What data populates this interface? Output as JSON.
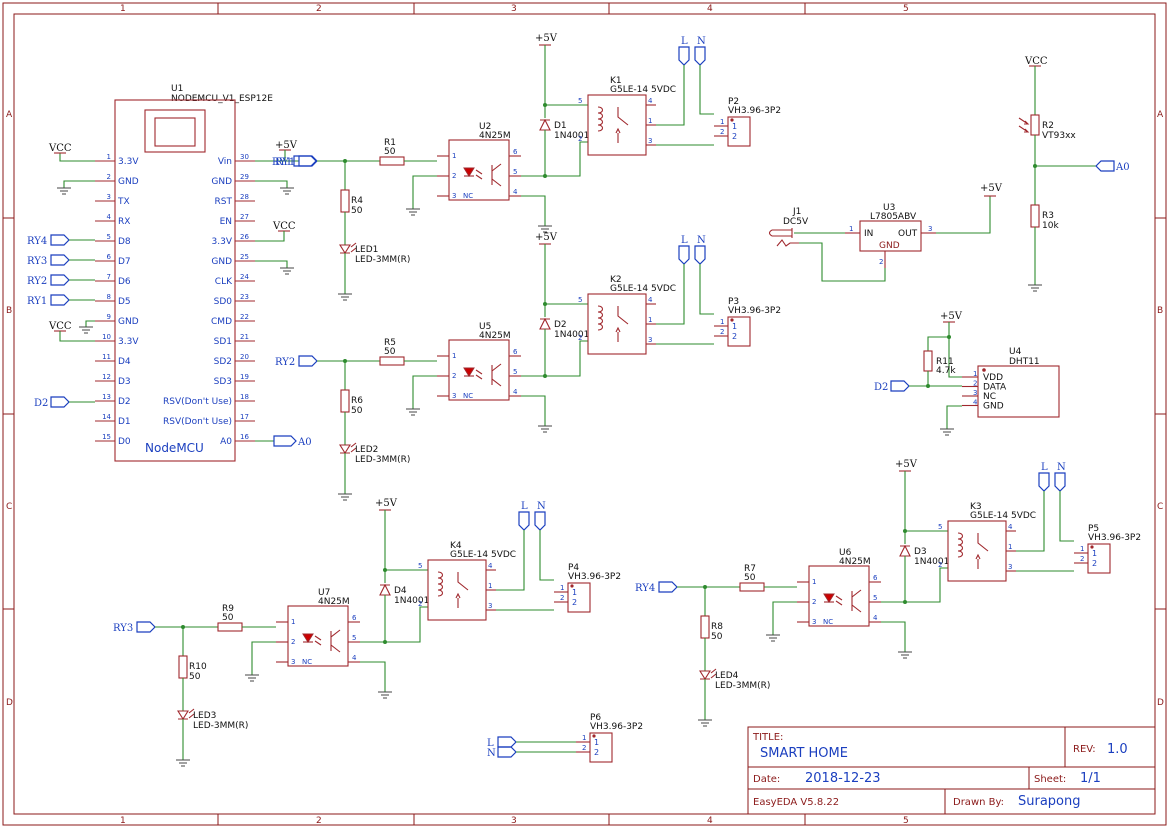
{
  "border": {
    "columns": [
      "1",
      "2",
      "3",
      "4",
      "5"
    ],
    "rows": [
      "A",
      "B",
      "C",
      "D"
    ]
  },
  "title_block": {
    "title_label": "TITLE:",
    "title": "SMART HOME",
    "rev_label": "REV:",
    "rev": "1.0",
    "date_label": "Date:",
    "date": "2018-12-23",
    "sheet_label": "Sheet:",
    "sheet": "1/1",
    "tool": "EasyEDA V5.8.22",
    "drawn_label": "Drawn By:",
    "drawn": "Surapong"
  },
  "u1": {
    "ref": "U1",
    "value": "NODEMCU_V1_ESP12E",
    "body_label": "NodeMCU",
    "left_pins": [
      {
        "num": "1",
        "name": "3.3V"
      },
      {
        "num": "2",
        "name": "GND"
      },
      {
        "num": "3",
        "name": "TX"
      },
      {
        "num": "4",
        "name": "RX"
      },
      {
        "num": "5",
        "name": "D8"
      },
      {
        "num": "6",
        "name": "D7"
      },
      {
        "num": "7",
        "name": "D6"
      },
      {
        "num": "8",
        "name": "D5"
      },
      {
        "num": "9",
        "name": "GND"
      },
      {
        "num": "10",
        "name": "3.3V"
      },
      {
        "num": "11",
        "name": "D4"
      },
      {
        "num": "12",
        "name": "D3"
      },
      {
        "num": "13",
        "name": "D2"
      },
      {
        "num": "14",
        "name": "D1"
      },
      {
        "num": "15",
        "name": "D0"
      }
    ],
    "right_pins": [
      {
        "num": "30",
        "name": "Vin"
      },
      {
        "num": "29",
        "name": "GND"
      },
      {
        "num": "28",
        "name": "RST"
      },
      {
        "num": "27",
        "name": "EN"
      },
      {
        "num": "26",
        "name": "3.3V"
      },
      {
        "num": "25",
        "name": "GND"
      },
      {
        "num": "24",
        "name": "CLK"
      },
      {
        "num": "23",
        "name": "SD0"
      },
      {
        "num": "22",
        "name": "CMD"
      },
      {
        "num": "21",
        "name": "SD1"
      },
      {
        "num": "20",
        "name": "SD2"
      },
      {
        "num": "19",
        "name": "SD3"
      },
      {
        "num": "18",
        "name": "RSV(Don't Use)"
      },
      {
        "num": "17",
        "name": "RSV(Don't Use)"
      },
      {
        "num": "16",
        "name": "A0"
      }
    ]
  },
  "u1_nets": {
    "vcc1": "VCC",
    "vcc2": "VCC",
    "vcc3": "VCC",
    "ry4": "RY4",
    "ry3": "RY3",
    "ry2": "RY2",
    "ry1": "RY1",
    "d2": "D2",
    "a0": "A0",
    "p5v": "+5V",
    "ry1_vin": "RY1"
  },
  "relay_channels": [
    {
      "key": "ch1",
      "net": "RY1",
      "r_in_ref": "R1",
      "r_in_val": "50",
      "opto_ref": "U2",
      "opto_val": "4N25M",
      "r_led_ref": "R4",
      "r_led_val": "50",
      "led_ref": "LED1",
      "led_val": "LED-3MM(R)",
      "diode_ref": "D1",
      "diode_val": "1N4001",
      "relay_ref": "K1",
      "relay_val": "G5LE-14 5VDC",
      "conn_ref": "P2",
      "conn_val": "VH3.96-3P2",
      "supply": "+5V",
      "line_l": "L",
      "line_n": "N"
    },
    {
      "key": "ch2",
      "net": "RY2",
      "r_in_ref": "R5",
      "r_in_val": "50",
      "opto_ref": "U5",
      "opto_val": "4N25M",
      "r_led_ref": "R6",
      "r_led_val": "50",
      "led_ref": "LED2",
      "led_val": "LED-3MM(R)",
      "diode_ref": "D2",
      "diode_val": "1N4001",
      "relay_ref": "K2",
      "relay_val": "G5LE-14 5VDC",
      "conn_ref": "P3",
      "conn_val": "VH3.96-3P2",
      "supply": "+5V",
      "line_l": "L",
      "line_n": "N"
    },
    {
      "key": "ch3",
      "net": "RY3",
      "r_in_ref": "R9",
      "r_in_val": "50",
      "opto_ref": "U7",
      "opto_val": "4N25M",
      "r_led_ref": "R10",
      "r_led_val": "50",
      "led_ref": "LED3",
      "led_val": "LED-3MM(R)",
      "diode_ref": "D4",
      "diode_val": "1N4001",
      "relay_ref": "K4",
      "relay_val": "G5LE-14 5VDC",
      "conn_ref": "P4",
      "conn_val": "VH3.96-3P2",
      "supply": "+5V",
      "line_l": "L",
      "line_n": "N"
    },
    {
      "key": "ch4",
      "net": "RY4",
      "r_in_ref": "R7",
      "r_in_val": "50",
      "opto_ref": "U6",
      "opto_val": "4N25M",
      "r_led_ref": "R8",
      "r_led_val": "50",
      "led_ref": "LED4",
      "led_val": "LED-3MM(R)",
      "diode_ref": "D3",
      "diode_val": "1N4001",
      "relay_ref": "K3",
      "relay_val": "G5LE-14 5VDC",
      "conn_ref": "P5",
      "conn_val": "VH3.96-3P2",
      "supply": "+5V",
      "line_l": "L",
      "line_n": "N"
    }
  ],
  "opto_pins": {
    "p1": "1",
    "p2": "2",
    "p3": "3",
    "p4": "4",
    "p5": "5",
    "p6": "6",
    "nc": "NC"
  },
  "relay_pins": {
    "p1": "1",
    "p2": "2",
    "p3": "3",
    "p4": "4",
    "p5": "5"
  },
  "conn_pins": {
    "p1": "1",
    "p2": "2"
  },
  "power": {
    "jack_ref": "J1",
    "jack_val": "DC5V",
    "reg_ref": "U3",
    "reg_val": "L7805ABV",
    "pin_in": "IN",
    "pin_out": "OUT",
    "pin_gnd": "GND",
    "pin1": "1",
    "pin2": "2",
    "pin3": "3",
    "out_net": "+5V"
  },
  "ldr": {
    "vcc": "VCC",
    "r2_ref": "R2",
    "r2_val": "VT93xx",
    "r3_ref": "R3",
    "r3_val": "10k",
    "net": "A0"
  },
  "dht": {
    "supply": "+5V",
    "r_ref": "R11",
    "r_val": "4.7k",
    "ref": "U4",
    "val": "DHT11",
    "net": "D2",
    "pins": [
      {
        "num": "1",
        "name": "VDD"
      },
      {
        "num": "2",
        "name": "DATA"
      },
      {
        "num": "3",
        "name": "NC"
      },
      {
        "num": "4",
        "name": "GND"
      }
    ]
  },
  "p6": {
    "ref": "P6",
    "val": "VH3.96-3P2",
    "net_l": "L",
    "net_n": "N",
    "pin1": "1",
    "pin2": "2"
  }
}
